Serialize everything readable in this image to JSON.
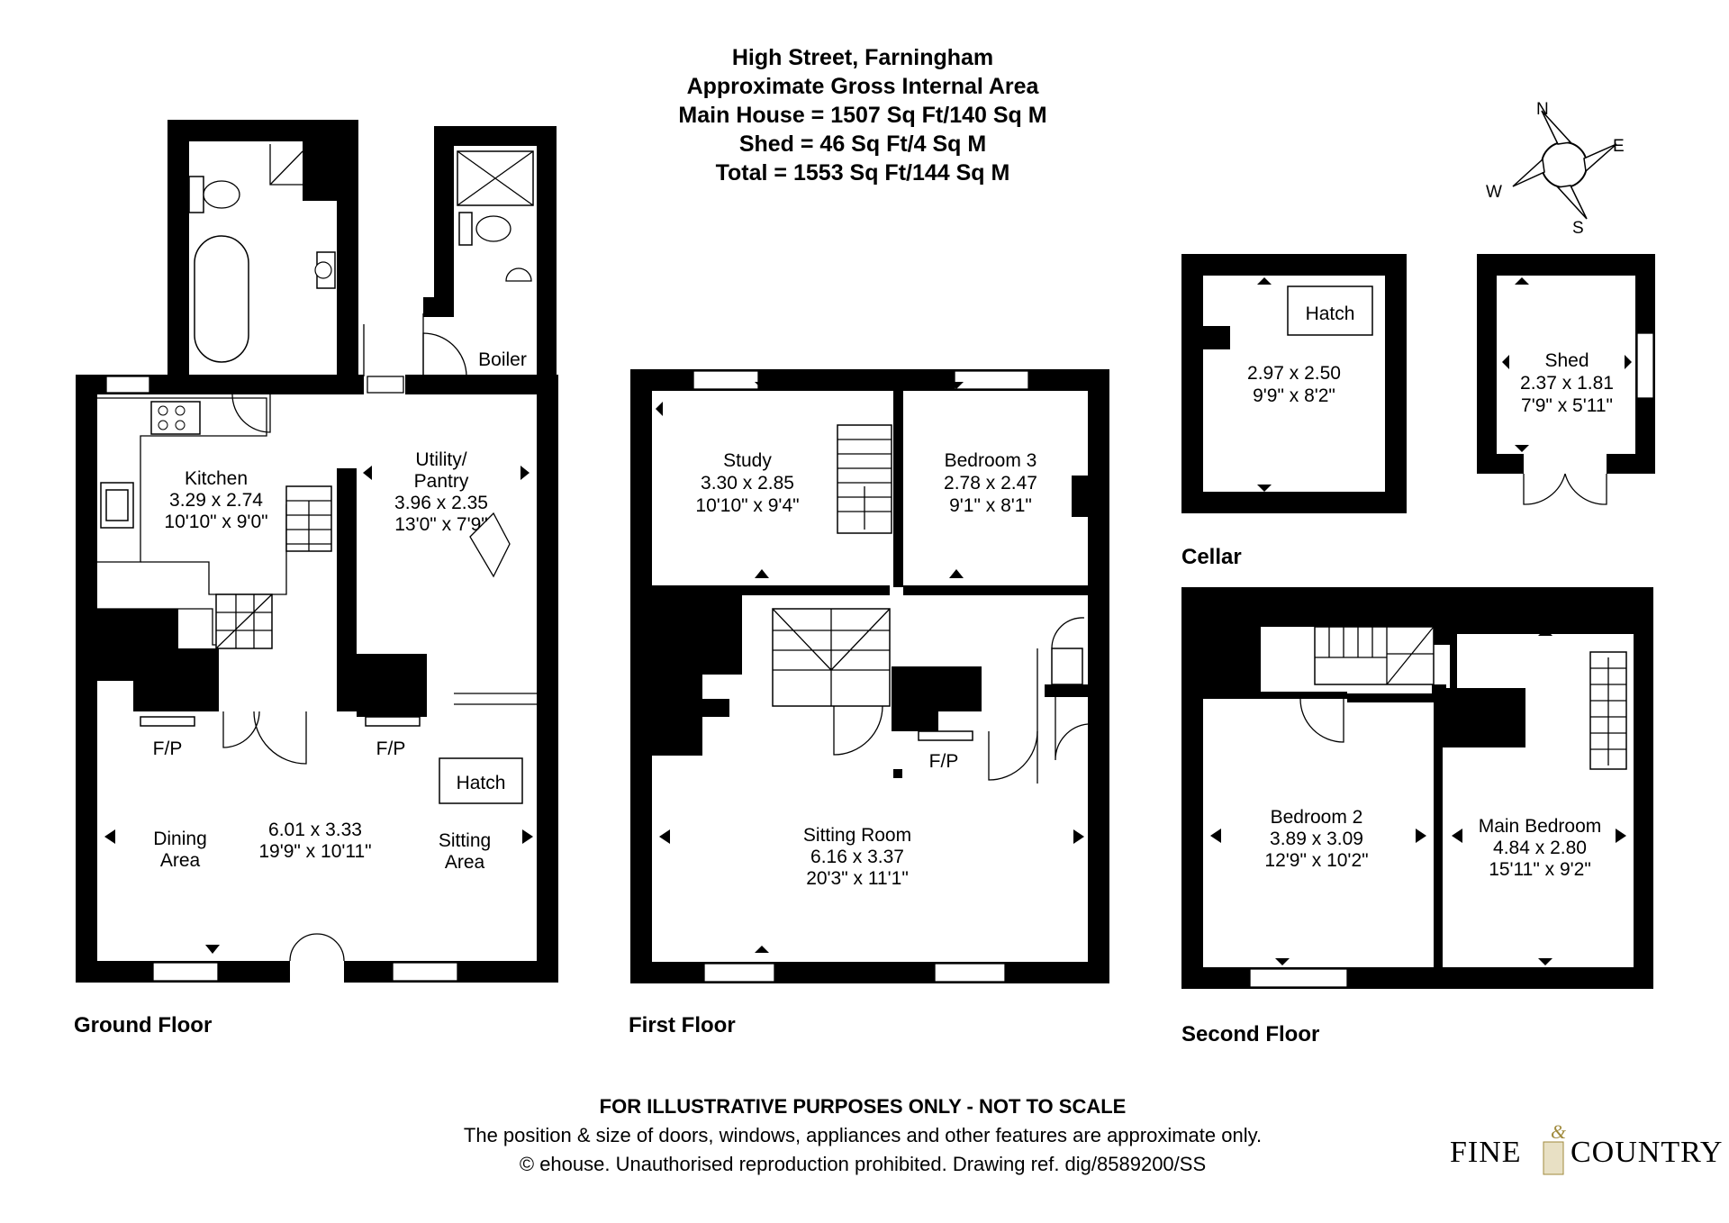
{
  "header": {
    "line1": "High Street, Farningham",
    "line2": "Approximate Gross Internal Area",
    "line3": "Main House = 1507 Sq Ft/140 Sq M",
    "line4": "Shed = 46 Sq Ft/4 Sq M",
    "line5": "Total = 1553 Sq Ft/144 Sq M"
  },
  "compass": {
    "n": "N",
    "e": "E",
    "s": "S",
    "w": "W"
  },
  "ground_floor": {
    "label": "Ground Floor",
    "kitchen": [
      "Kitchen",
      "3.29 x 2.74",
      "10'10\" x 9'0\""
    ],
    "utility": [
      "Utility/",
      "Pantry",
      "3.96 x 2.35",
      "13'0\" x 7'9\""
    ],
    "boiler": "Boiler",
    "fp_left": "F/P",
    "fp_right": "F/P",
    "hatch": "Hatch",
    "dining": [
      "Dining",
      "Area"
    ],
    "main_dims": [
      "6.01 x 3.33",
      "19'9\" x 10'11\""
    ],
    "sitting": [
      "Sitting",
      "Area"
    ]
  },
  "first_floor": {
    "label": "First Floor",
    "study": [
      "Study",
      "3.30 x 2.85",
      "10'10\" x 9'4\""
    ],
    "bedroom3": [
      "Bedroom 3",
      "2.78 x 2.47",
      "9'1\" x 8'1\""
    ],
    "fp": "F/P",
    "sitting_room": [
      "Sitting Room",
      "6.16 x 3.37",
      "20'3\" x 11'1\""
    ]
  },
  "cellar": {
    "label": "Cellar",
    "hatch": "Hatch",
    "dims": [
      "2.97 x 2.50",
      "9'9\" x 8'2\""
    ]
  },
  "shed": {
    "name": "Shed",
    "dims": [
      "2.37 x 1.81",
      "7'9\" x 5'11\""
    ]
  },
  "second_floor": {
    "label": "Second Floor",
    "bedroom2": [
      "Bedroom 2",
      "3.89 x 3.09",
      "12'9\" x 10'2\""
    ],
    "main_bedroom": [
      "Main Bedroom",
      "4.84 x 2.80",
      "15'11\" x 9'2\""
    ]
  },
  "disclaimer": {
    "line1": "FOR ILLUSTRATIVE PURPOSES ONLY - NOT TO SCALE",
    "line2": "The position & size of doors, windows, appliances and other features are approximate only.",
    "line3": "© ehouse. Unauthorised reproduction prohibited. Drawing ref. dig/8589200/SS"
  },
  "brand": {
    "part1": "Fine",
    "amp": "&",
    "part2": "Country"
  }
}
